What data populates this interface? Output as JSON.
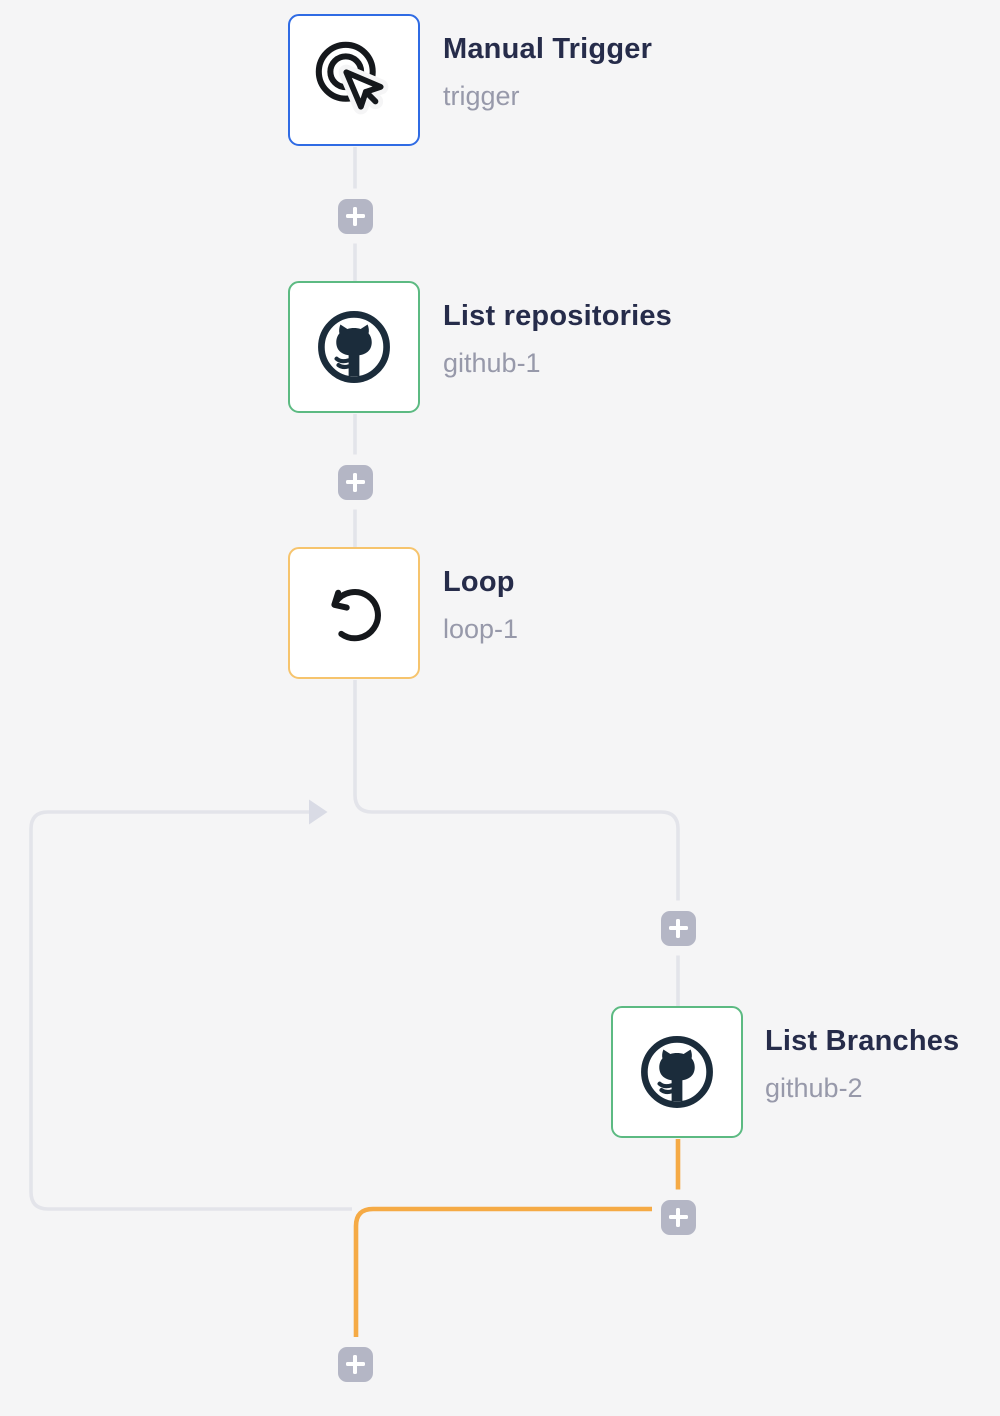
{
  "workflow": {
    "nodes": [
      {
        "title": "Manual Trigger",
        "subtitle": "trigger",
        "type": "trigger",
        "accent_color": "#2f6be4"
      },
      {
        "title": "List repositories",
        "subtitle": "github-1",
        "type": "github",
        "accent_color": "#5cba82"
      },
      {
        "title": "Loop",
        "subtitle": "loop-1",
        "type": "loop",
        "accent_color": "#f6c46d"
      },
      {
        "title": "List Branches",
        "subtitle": "github-2",
        "type": "github",
        "accent_color": "#5cba82"
      }
    ],
    "icons": [
      "manual-trigger-click-icon",
      "github-octocat-icon",
      "loop-circular-arrow-icon",
      "github-octocat-icon",
      "plus-icon"
    ],
    "colors": {
      "background": "#f5f5f6",
      "connector": "#e3e4ea",
      "connector_arrow": "#d9dbe5",
      "connector_active": "#f5aa45",
      "plus_button": "#b4b6c5",
      "title_text": "#262c4a",
      "subtitle_text": "#9799aa",
      "github_icon": "#1b2c3b",
      "node_background": "#ffffff"
    }
  }
}
